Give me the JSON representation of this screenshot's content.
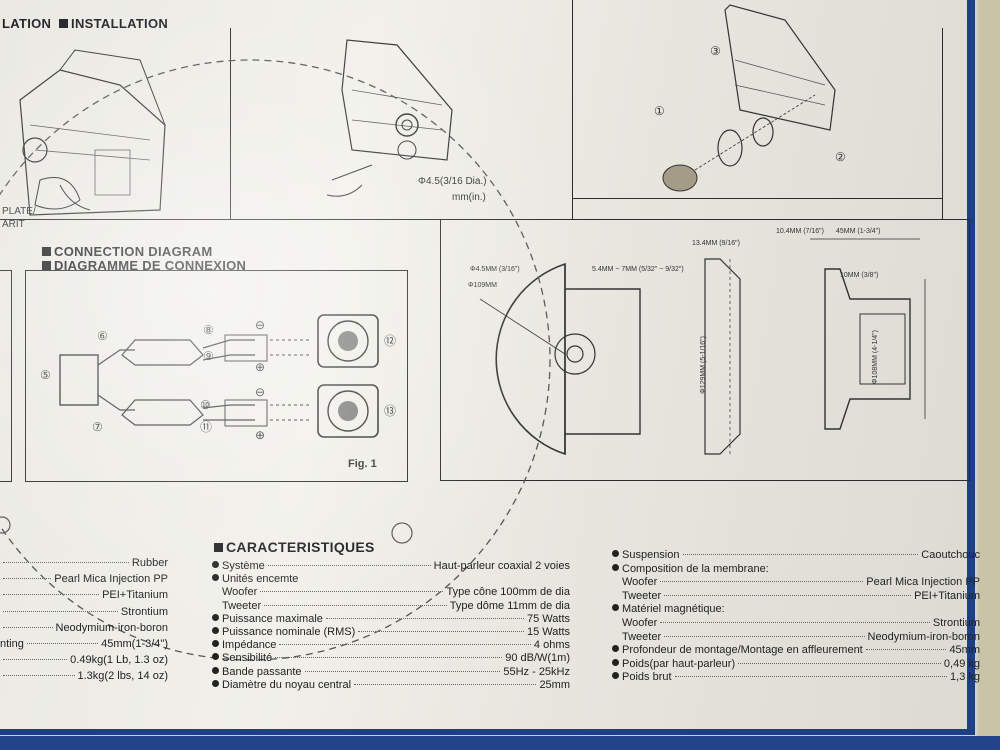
{
  "headings": {
    "installation_prefix": "LATION",
    "installation": "INSTALLATION",
    "connection_en": "CONNECTION DIAGRAM",
    "connection_fr": "DIAGRAMME DE CONNEXION",
    "caracteristiques": "CARACTERISTIQUES"
  },
  "install_labels": {
    "plate": "PLATE/",
    "arit": "ARIT",
    "hole": "Φ4.5(3/16 Dia.)",
    "unit": "mm(in.)",
    "callouts": [
      "①",
      "②",
      "③"
    ]
  },
  "diagram": {
    "fig": "Fig. 1",
    "nodes": [
      "⑤",
      "⑥",
      "⑦",
      "⑧",
      "⑨",
      "⑩",
      "⑪",
      "⑫",
      "⑬"
    ],
    "minus": "⊖",
    "plus": "⊕"
  },
  "dimensions": {
    "d1": "Φ4.5MM (3/16\")",
    "d2": "5.4MM ~ 7MM (5/32\" ~ 9/32\")",
    "d3": "13.4MM (9/16\")",
    "d4": "10.4MM (7/16\")",
    "d5": "45MM (1-3/4\")",
    "d6": "10MM (3/8\")",
    "d7": "Φ109MM",
    "d8": "Φ108MM (4-1/4\")",
    "d9": "Φ129MM (5-1/16\")"
  },
  "left_partial_specs": [
    {
      "label": "",
      "value": "Rubber"
    },
    {
      "label": "",
      "value": "Pearl Mica Injection PP"
    },
    {
      "label": "",
      "value": "PEI+Titanium"
    },
    {
      "label": "",
      "value": "Strontium"
    },
    {
      "label": "",
      "value": "Neodymium-iron-boron"
    },
    {
      "label": "nting",
      "value": "45mm(1-3/4\")"
    },
    {
      "label": "",
      "value": "0.49kg(1 Lb, 1.3 oz)"
    },
    {
      "label": "",
      "value": "1.3kg(2 lbs, 14 oz)"
    }
  ],
  "specs_middle": [
    {
      "label": "Système",
      "value": "Haut-parleur coaxial 2 voies",
      "bullet": true
    },
    {
      "label": "Unités encemte",
      "value": "",
      "bullet": true,
      "nodots": true
    },
    {
      "label": "Woofer",
      "value": "Type cône 100mm de dia",
      "bullet": false
    },
    {
      "label": "Tweeter",
      "value": "Type dôme 11mm de dia",
      "bullet": false
    },
    {
      "label": "Puissance maximale",
      "value": "75 Watts",
      "bullet": true
    },
    {
      "label": "Puissance nominale (RMS)",
      "value": "15 Watts",
      "bullet": true
    },
    {
      "label": "Impédance",
      "value": "4 ohms",
      "bullet": true
    },
    {
      "label": "Sensibilité",
      "value": "90 dB/W(1m)",
      "bullet": true
    },
    {
      "label": "Bande passante",
      "value": "55Hz - 25kHz",
      "bullet": true
    },
    {
      "label": "Diamètre du noyau central",
      "value": "25mm",
      "bullet": true
    }
  ],
  "specs_right": [
    {
      "label": "Suspension",
      "value": "Caoutchouc",
      "bullet": true
    },
    {
      "label": "Composition de la membrane:",
      "value": "",
      "bullet": true,
      "nodots": true
    },
    {
      "label": "Woofer",
      "value": "Pearl Mica Injection PP",
      "bullet": false
    },
    {
      "label": "Tweeter",
      "value": "PEI+Titanium",
      "bullet": false
    },
    {
      "label": "Matériel magnétique:",
      "value": "",
      "bullet": true,
      "nodots": true
    },
    {
      "label": "Woofer",
      "value": "Strontium",
      "bullet": false
    },
    {
      "label": "Tweeter",
      "value": "Neodymium-iron-boron",
      "bullet": false
    },
    {
      "label": "Profondeur de montage/Montage en affleurement",
      "value": "45mm",
      "bullet": true
    },
    {
      "label": "Poids(par haut-parleur)",
      "value": "0,49 kg",
      "bullet": true
    },
    {
      "label": "Poids brut",
      "value": "1,3 kg",
      "bullet": true
    }
  ]
}
